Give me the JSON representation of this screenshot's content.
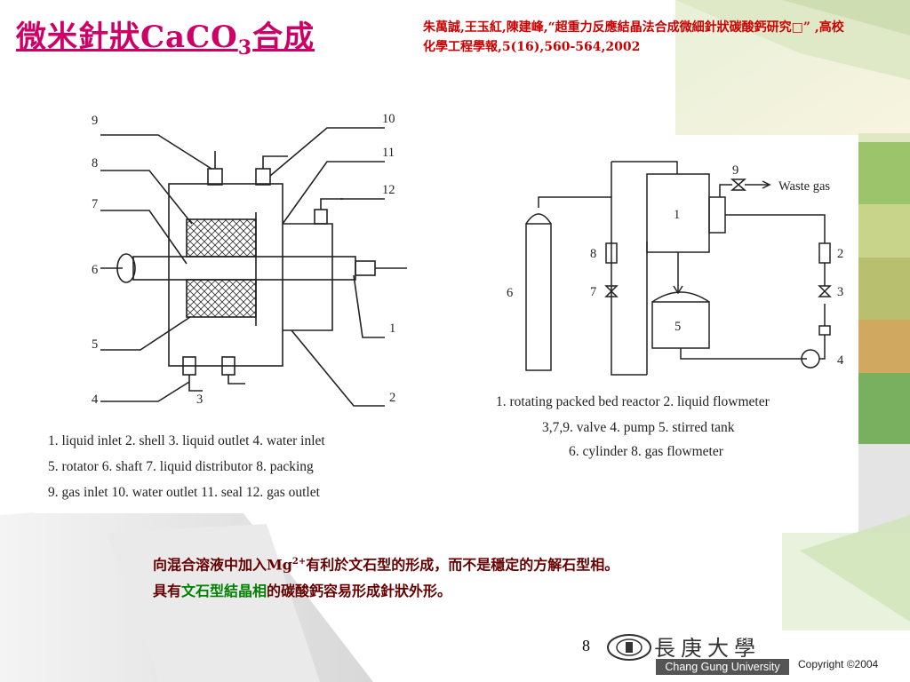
{
  "slide": {
    "title_main": "微米針狀CaCO",
    "title_sub": "3",
    "title_end": "合成",
    "citation": "朱萬誠,王玉紅,陳建峰,“超重力反應結晶法合成微細針狀碳酸鈣研究□” ,高校化學工程學報,5(16),560-564,2002",
    "page_number": "8"
  },
  "left_figure": {
    "labels": [
      "9",
      "10",
      "8",
      "11",
      "7",
      "12",
      "6",
      "1",
      "5",
      "4",
      "3",
      "2"
    ],
    "caption_lines": [
      "1. liquid inlet   2. shell   3. liquid outlet   4. water inlet",
      "5. rotator   6. shaft   7. liquid distributor   8. packing",
      "9. gas inlet   10. water outlet   11. seal   12. gas outlet"
    ]
  },
  "right_figure": {
    "labels": {
      "reactor": "1",
      "tank": "5",
      "cylinder": "6",
      "flowmeter_gas": "8",
      "valve_gas": "7",
      "valve_waste": "9",
      "flowmeter_liquid": "2",
      "valve_liquid": "3",
      "pump": "4"
    },
    "waste_gas": "Waste gas",
    "caption_lines": [
      "1. rotating packed bed reactor   2. liquid flowmeter",
      "3,7,9. valve   4. pump   5. stirred tank",
      "6. cylinder   8. gas flowmeter"
    ]
  },
  "body": {
    "line1_a": "向混合溶液中加入Mg",
    "line1_sup": "2+",
    "line1_b": "有利於文石型的形成，而不是穩定的方解石型相。",
    "line2_a": "具有",
    "line2_highlight": "文石型結晶相",
    "line2_b": "的碳酸鈣容易形成針狀外形。"
  },
  "footer": {
    "university_cn": "長庚大學",
    "university_en": "Chang Gung University",
    "copyright": "Copyright ©2004"
  },
  "colors": {
    "title": "#cc0066",
    "citation": "#cc0000",
    "body_text": "#660000",
    "highlight": "#008000"
  }
}
